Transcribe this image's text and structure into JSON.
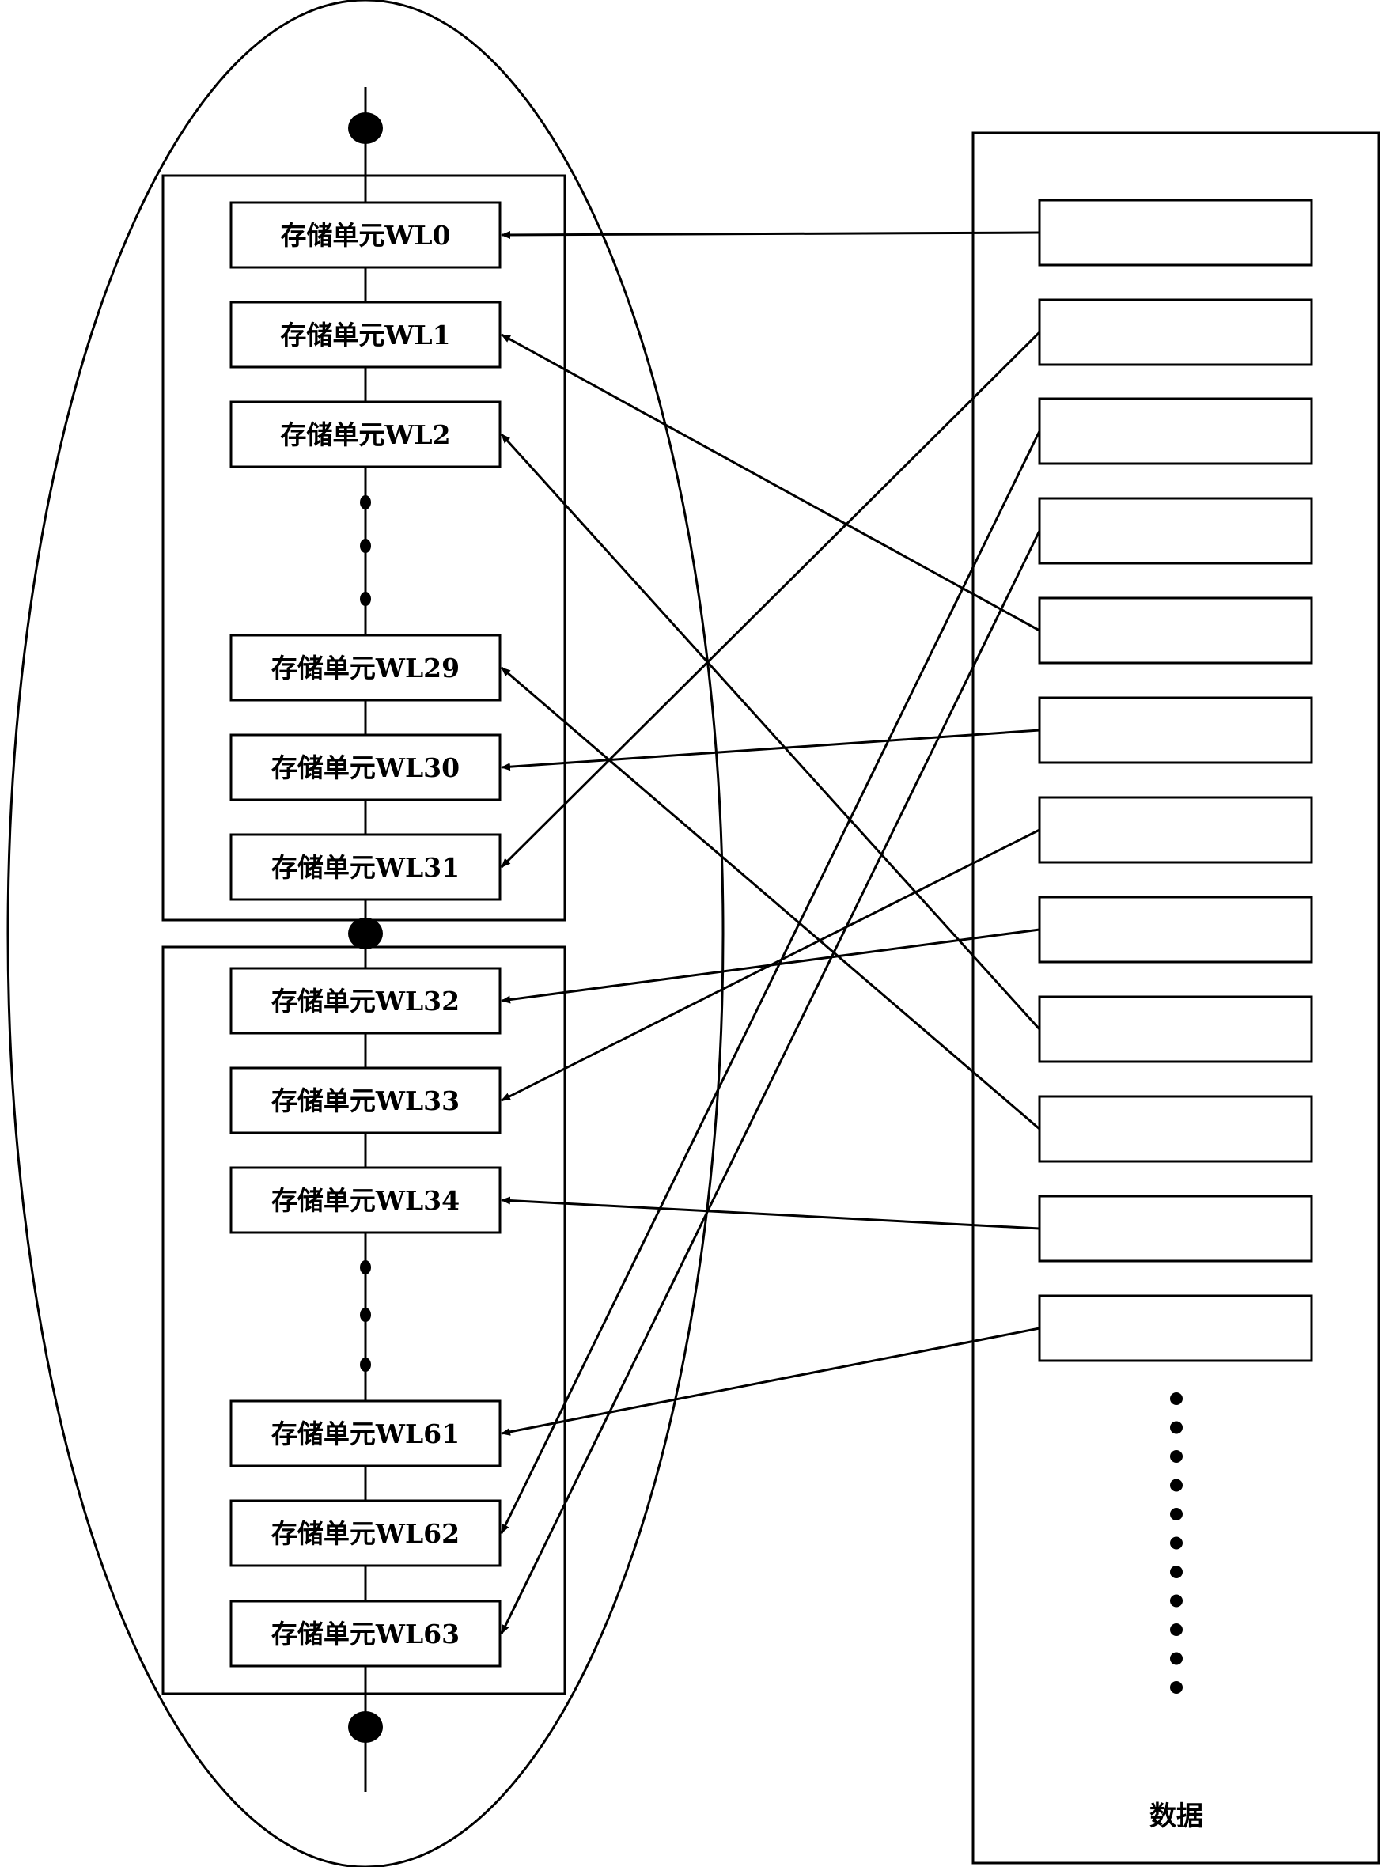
{
  "cells": [
    {
      "id": "WL0",
      "label": "存储单元WL0"
    },
    {
      "id": "WL1",
      "label": "存储单元WL1"
    },
    {
      "id": "WL2",
      "label": "存储单元WL2"
    },
    {
      "id": "WL29",
      "label": "存储单元WL29"
    },
    {
      "id": "WL30",
      "label": "存储单元WL30"
    },
    {
      "id": "WL31",
      "label": "存储单元WL31"
    },
    {
      "id": "WL32",
      "label": "存储单元WL32"
    },
    {
      "id": "WL33",
      "label": "存储单元WL33"
    },
    {
      "id": "WL34",
      "label": "存储单元WL34"
    },
    {
      "id": "WL61",
      "label": "存储单元WL61"
    },
    {
      "id": "WL62",
      "label": "存储单元WL62"
    },
    {
      "id": "WL63",
      "label": "存储单元WL63"
    }
  ],
  "data_column": {
    "label": "数据",
    "slot_count": 12
  },
  "mappings": [
    {
      "slot": 1,
      "cell": "WL0"
    },
    {
      "slot": 2,
      "cell": "WL31"
    },
    {
      "slot": 3,
      "cell": "WL62"
    },
    {
      "slot": 4,
      "cell": "WL63"
    },
    {
      "slot": 5,
      "cell": "WL1"
    },
    {
      "slot": 6,
      "cell": "WL30"
    },
    {
      "slot": 7,
      "cell": "WL33"
    },
    {
      "slot": 8,
      "cell": "WL32"
    },
    {
      "slot": 9,
      "cell": "WL2"
    },
    {
      "slot": 10,
      "cell": "WL29"
    },
    {
      "slot": 11,
      "cell": "WL34"
    },
    {
      "slot": 12,
      "cell": "WL61"
    }
  ]
}
